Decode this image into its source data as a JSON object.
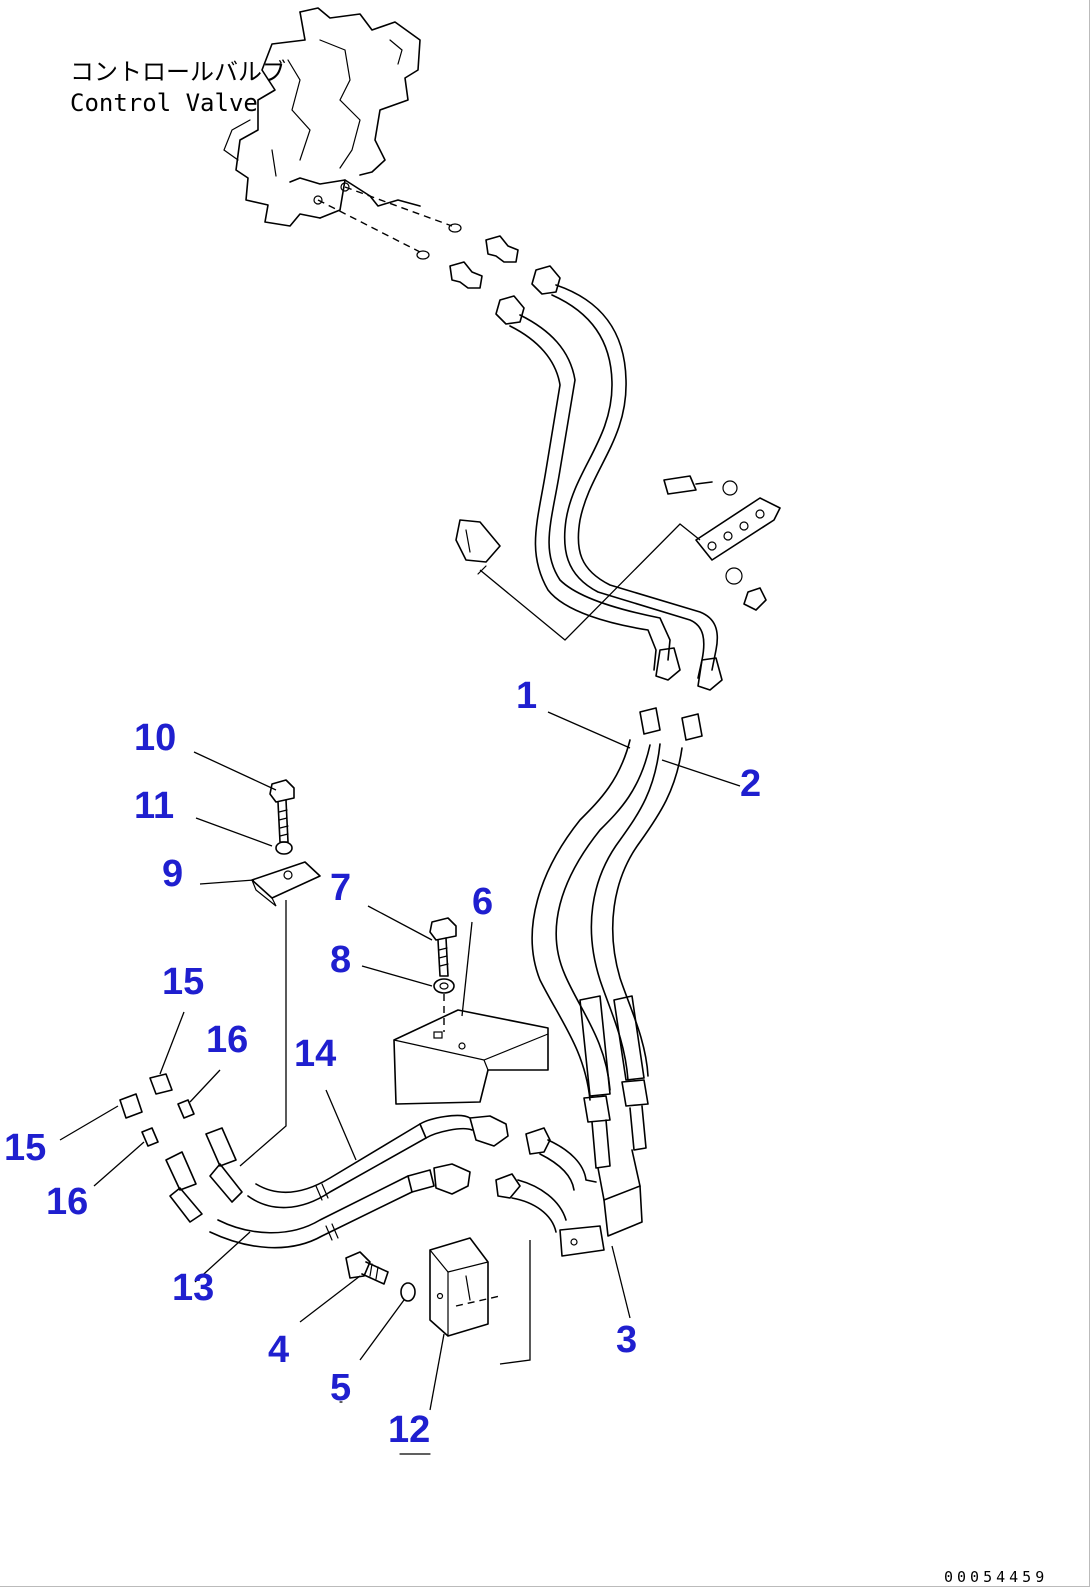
{
  "diagram": {
    "component_labels": {
      "control_valve_jp": "コントロールバルブ",
      "control_valve_en": "Control Valve"
    },
    "callouts": [
      "1",
      "2",
      "3",
      "4",
      "5",
      "6",
      "7",
      "8",
      "9",
      "10",
      "11",
      "12",
      "13",
      "14",
      "15",
      "15",
      "16",
      "16"
    ],
    "drawing_number": "00054459"
  },
  "colors": {
    "callout": "#1f1fcf",
    "linework": "#000000",
    "background": "#ffffff"
  }
}
